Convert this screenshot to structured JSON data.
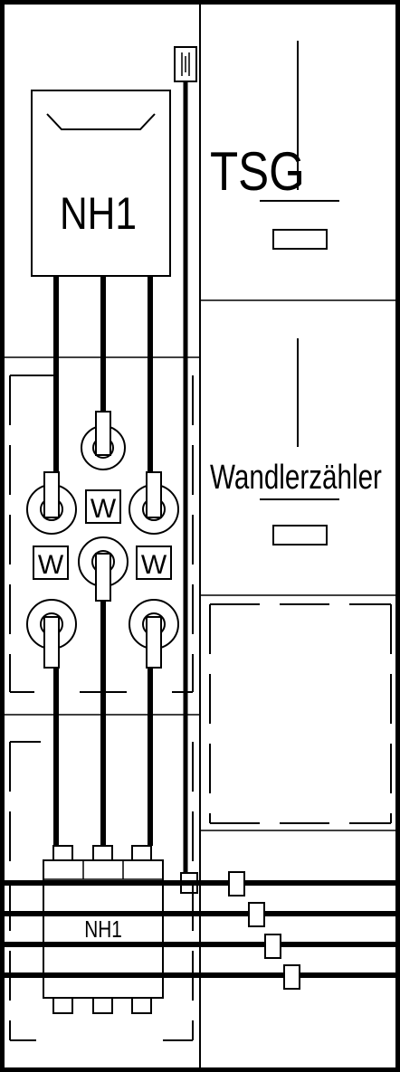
{
  "labels": {
    "tsg": "TSG",
    "nh1_top": "NH1",
    "wandlerzaehler": "Wandlerzähler",
    "nh1_bottom": "NH1",
    "w": "W"
  },
  "colors": {
    "stroke": "#000000",
    "background": "#ffffff"
  }
}
